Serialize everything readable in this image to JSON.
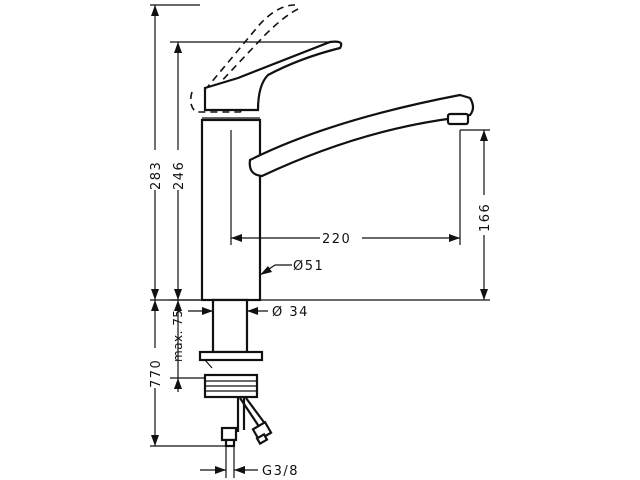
{
  "drawing": {
    "dim_total_height": "283",
    "dim_body_height": "246",
    "dim_spout_height": "166",
    "dim_spout_reach": "220",
    "dim_body_diameter": "Ø51",
    "dim_shank_diameter": "Ø 34",
    "dim_max_thickness": "max. 75",
    "dim_hose_length": "770",
    "dim_thread": "G3/8"
  }
}
